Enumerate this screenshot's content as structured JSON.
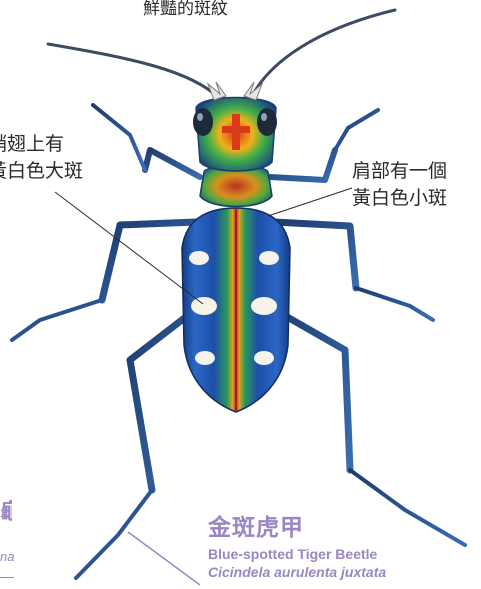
{
  "labels": {
    "top": "鮮豔的斑紋",
    "left_line1": "鞘翅上有",
    "left_line2": "黃白色大斑",
    "right_line1": "肩部有一個",
    "right_line2": "黃白色小斑"
  },
  "species": {
    "name_zh": "金斑虎甲",
    "name_en": "Blue-spotted Tiger Beetle",
    "name_sci": "Cicindela aurulenta juxtata"
  },
  "colors": {
    "accent": "#9a86c2",
    "elytra_blue": "#1d4fa8",
    "stripe_red": "#c8202c",
    "spot": "#f5f3ea",
    "text": "#2b2b2b"
  }
}
